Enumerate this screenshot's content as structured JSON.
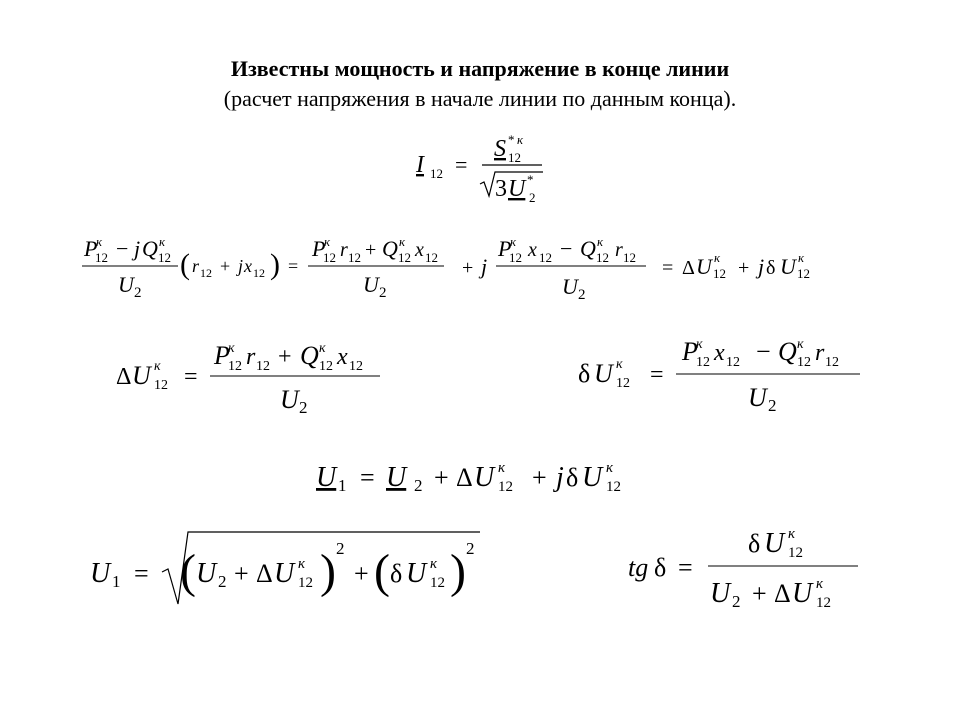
{
  "heading": {
    "title": "Известны мощность и напряжение в конце линии",
    "subtitle": "(расчет напряжения в начале линии по данным конца)."
  },
  "sym": {
    "I": "I",
    "S": "S",
    "U": "U",
    "P": "P",
    "Q": "Q",
    "r": "r",
    "x": "x",
    "j": "j",
    "tg": "tg",
    "k": "к",
    "star": "*",
    "n12": "12",
    "n2": "2",
    "n1": "1",
    "n3": "3",
    "eq": "=",
    "plus": "+",
    "minus": "−",
    "Delta": "Δ",
    "delta": "δ",
    "lp": "(",
    "rp": ")"
  }
}
